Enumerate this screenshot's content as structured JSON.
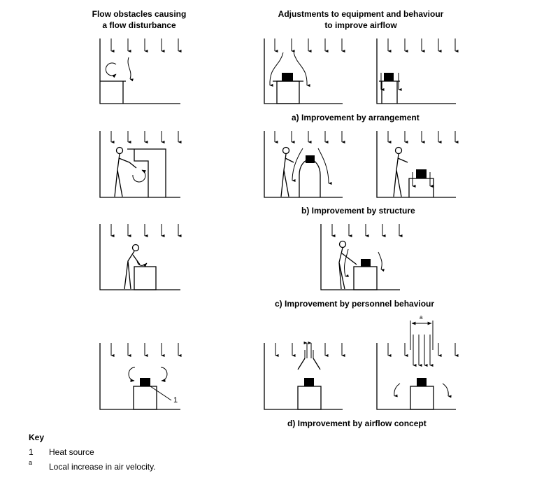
{
  "headers": {
    "left_line1": "Flow obstacles causing",
    "left_line2": "a flow disturbance",
    "right_line1": "Adjustments to equipment and behaviour",
    "right_line2": "to improve airflow"
  },
  "captions": {
    "a": "a)   Improvement by arrangement",
    "b": "b)   Improvement by structure",
    "c": "c)   Improvement by personnel behaviour",
    "d": "d)   Improvement by airflow concept"
  },
  "callouts": {
    "heat_source_number": "1",
    "velocity_letter": "a"
  },
  "key": {
    "title": "Key",
    "items": [
      {
        "symbol": "1",
        "text": "Heat source"
      },
      {
        "symbol": "a",
        "text": "Local increase in air velocity."
      }
    ]
  }
}
